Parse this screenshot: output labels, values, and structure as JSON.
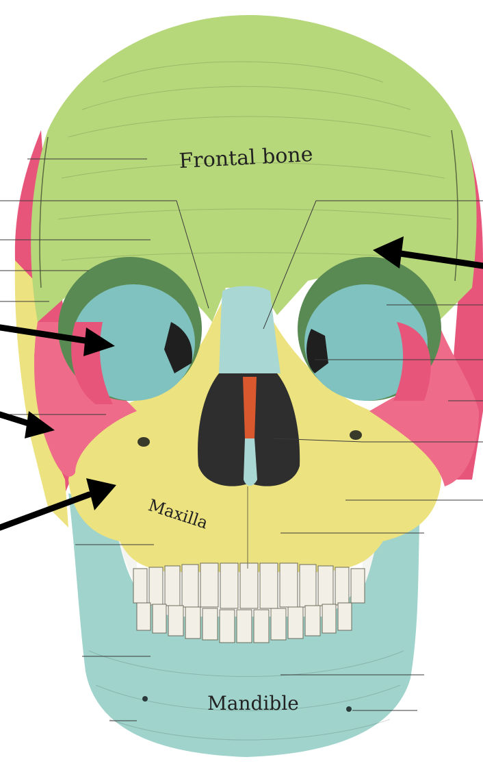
{
  "labels": {
    "frontal": "Frontal bone",
    "maxilla": "Maxilla",
    "mandible": "Mandible"
  },
  "colors": {
    "frontal": "#b6d77a",
    "parietal_temporal": "#e8557a",
    "zygomatic": "#ee6c8a",
    "maxilla": "#ece27f",
    "mandible": "#9fd3cc",
    "nasal": "#a9d8d4",
    "orbit_shadow": "#7fc2bf",
    "nasal_cavity": "#2e2e2e",
    "vomer": "#d9582e",
    "teeth": "#f1efe6",
    "arrow": "#000000"
  },
  "icons": [
    "black-arrow"
  ]
}
